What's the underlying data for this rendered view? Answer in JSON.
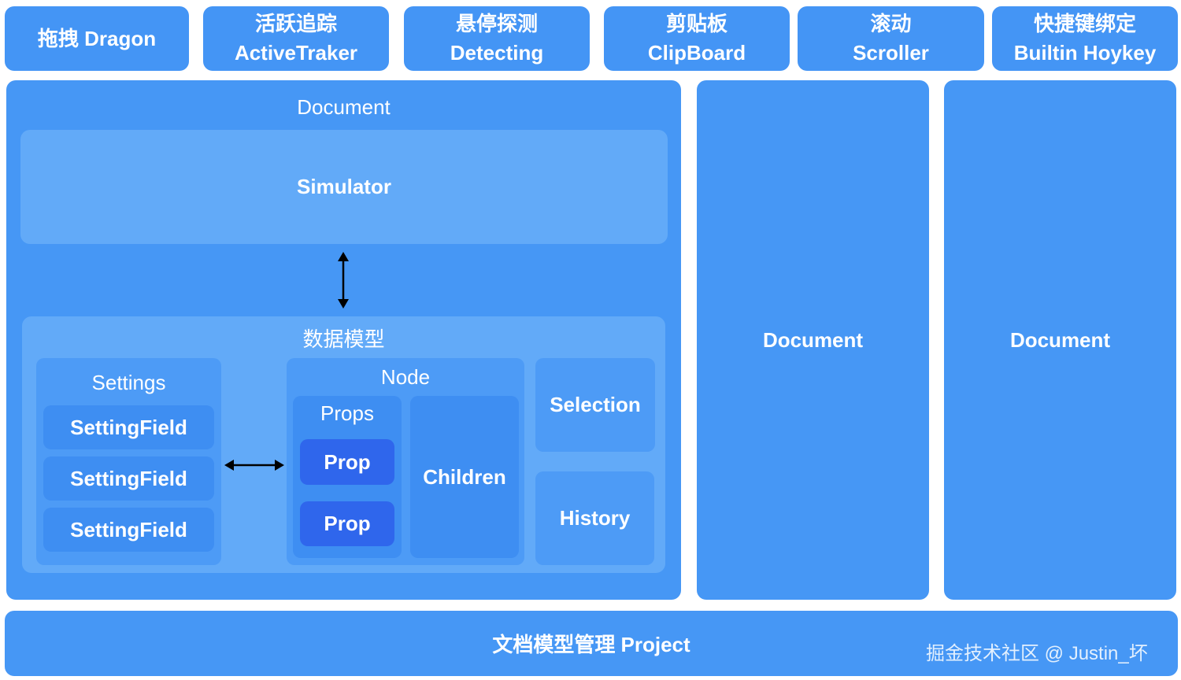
{
  "modules": [
    {
      "zh": "拖拽",
      "en": "Dragon"
    },
    {
      "zh": "活跃追踪",
      "en": "ActiveTraker"
    },
    {
      "zh": "悬停探测",
      "en": "Detecting"
    },
    {
      "zh": "剪贴板",
      "en": "ClipBoard"
    },
    {
      "zh": "滚动",
      "en": "Scroller"
    },
    {
      "zh": "快捷键绑定",
      "en": "Builtin Hoykey"
    }
  ],
  "main_document": {
    "title": "Document",
    "simulator": "Simulator",
    "data_model": {
      "title": "数据模型",
      "settings": {
        "title": "Settings",
        "fields": [
          "SettingField",
          "SettingField",
          "SettingField"
        ]
      },
      "node": {
        "title": "Node",
        "props_title": "Props",
        "props": [
          "Prop",
          "Prop"
        ],
        "children": "Children"
      },
      "selection": "Selection",
      "history": "History"
    }
  },
  "side_documents": [
    "Document",
    "Document"
  ],
  "project": "文档模型管理 Project",
  "watermark": "掘金技术社区 @ Justin_坏",
  "colors": {
    "module_blue": "#4495f5",
    "document_blue": "#4697f5",
    "panel_light": "#62aaf8",
    "prop_dark": "#2f66ec",
    "arrow": "#000000"
  }
}
